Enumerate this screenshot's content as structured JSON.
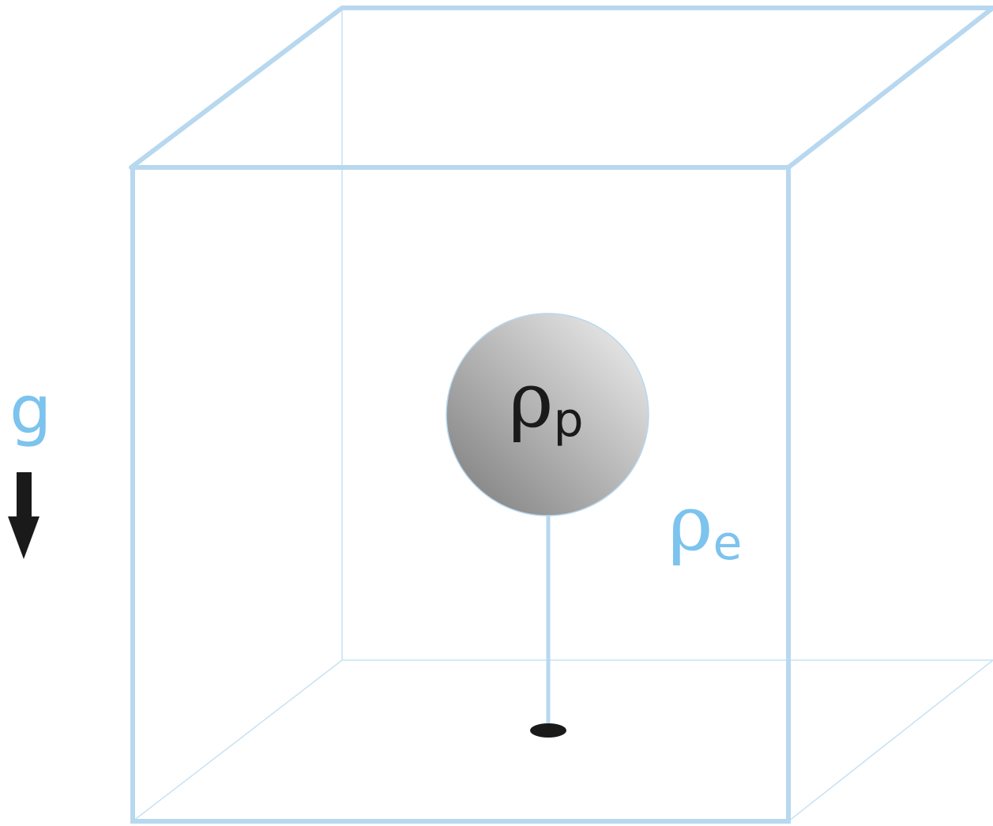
{
  "diagram": {
    "gravity": {
      "label": "g",
      "color": "#7cc3ee",
      "arrow_color": "#1a1a1a",
      "arrow_icon": "down-arrow-icon"
    },
    "particle": {
      "symbol": "ρ",
      "subscript": "p",
      "text_color": "#1a1a1a",
      "fill_light": "#f2f2f2",
      "fill_dark": "#7a7a7a"
    },
    "environment": {
      "symbol": "ρ",
      "subscript": "e",
      "color": "#7cc3ee"
    },
    "box": {
      "front_edge_color": "#b7d8ef",
      "back_edge_color": "#c6e2f4"
    },
    "tether": {
      "color": "#b7d8ef",
      "anchor_color": "#1a1a1a"
    }
  }
}
